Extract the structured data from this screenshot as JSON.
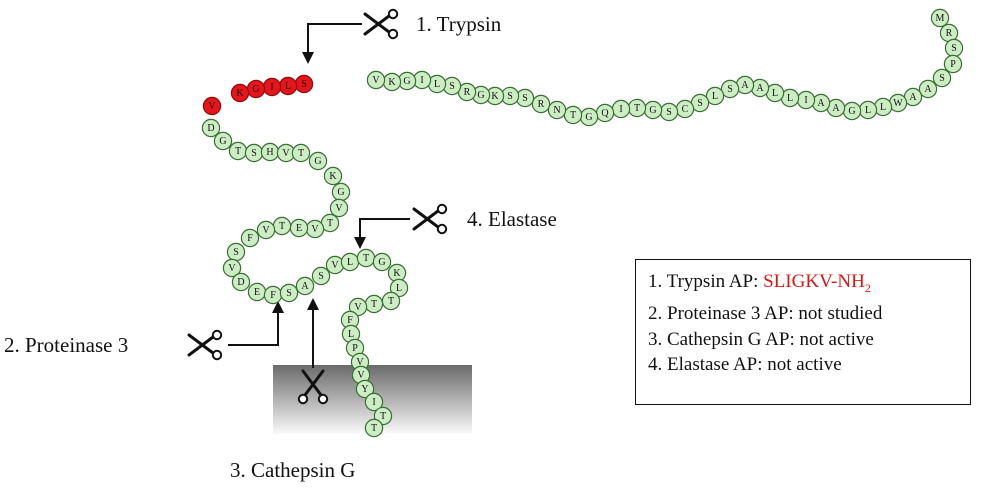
{
  "colors": {
    "residue_fill": "#cdeec5",
    "residue_stroke": "#3b6e35",
    "highlight_fill": "#e8141b",
    "highlight_text": "#ffffff",
    "ap_text": "#e01414"
  },
  "labels": {
    "trypsin": "1. Trypsin",
    "proteinase": "2. Proteinase 3",
    "cathepsin": "3. Cathepsin G",
    "elastase": "4. Elastase"
  },
  "legend": {
    "item1_prefix": "1.  Trypsin AP: ",
    "item1_peptide": "SLIGKV-NH",
    "item1_sub": "2",
    "item2": "2.  Proteinase 3 AP: not studied",
    "item3": "3.  Cathepsin G AP: not active",
    "item4": "4.  Elastase AP: not active"
  },
  "icons": [
    "scissors-icon"
  ],
  "sequence": [
    {
      "l": "M"
    },
    {
      "l": "R"
    },
    {
      "l": "S"
    },
    {
      "l": "P"
    },
    {
      "l": "S"
    },
    {
      "l": "A"
    },
    {
      "l": "A"
    },
    {
      "l": "W"
    },
    {
      "l": "L"
    },
    {
      "l": "L"
    },
    {
      "l": "G"
    },
    {
      "l": "A"
    },
    {
      "l": "A"
    },
    {
      "l": "I"
    },
    {
      "l": "L"
    },
    {
      "l": "L"
    },
    {
      "l": "A"
    },
    {
      "l": "A"
    },
    {
      "l": "S"
    },
    {
      "l": "L"
    },
    {
      "l": "S"
    },
    {
      "l": "C"
    },
    {
      "l": "S"
    },
    {
      "l": "G"
    },
    {
      "l": "T"
    },
    {
      "l": "I"
    },
    {
      "l": "Q"
    },
    {
      "l": "G"
    },
    {
      "l": "T"
    },
    {
      "l": "N"
    },
    {
      "l": "R"
    },
    {
      "l": "S"
    },
    {
      "l": "S"
    },
    {
      "l": "K"
    },
    {
      "l": "G"
    },
    {
      "l": "R"
    },
    {
      "l": "S",
      "h": true
    },
    {
      "l": "L",
      "h": true
    },
    {
      "l": "I",
      "h": true
    },
    {
      "l": "G",
      "h": true
    },
    {
      "l": "K",
      "h": true
    },
    {
      "l": "V",
      "h": true
    },
    {
      "l": "D"
    },
    {
      "l": "G"
    },
    {
      "l": "T"
    },
    {
      "l": "S"
    },
    {
      "l": "H"
    },
    {
      "l": "V"
    },
    {
      "l": "T"
    },
    {
      "l": "G"
    },
    {
      "l": "K"
    },
    {
      "l": "G"
    },
    {
      "l": "V"
    },
    {
      "l": "T"
    },
    {
      "l": "V"
    },
    {
      "l": "E"
    },
    {
      "l": "T"
    },
    {
      "l": "V"
    },
    {
      "l": "F"
    },
    {
      "l": "S"
    },
    {
      "l": "V"
    },
    {
      "l": "D"
    },
    {
      "l": "E"
    },
    {
      "l": "F"
    },
    {
      "l": "S"
    },
    {
      "l": "A"
    },
    {
      "l": "S"
    },
    {
      "l": "V"
    },
    {
      "l": "L"
    },
    {
      "l": "T"
    },
    {
      "l": "G"
    },
    {
      "l": "K"
    },
    {
      "l": "L"
    },
    {
      "l": "T"
    },
    {
      "l": "T"
    },
    {
      "l": "V"
    },
    {
      "l": "F"
    },
    {
      "l": "L"
    },
    {
      "l": "P"
    },
    {
      "l": "V"
    },
    {
      "l": "V"
    },
    {
      "l": "Y"
    },
    {
      "l": "I"
    },
    {
      "l": "T"
    },
    {
      "l": "T"
    }
  ]
}
